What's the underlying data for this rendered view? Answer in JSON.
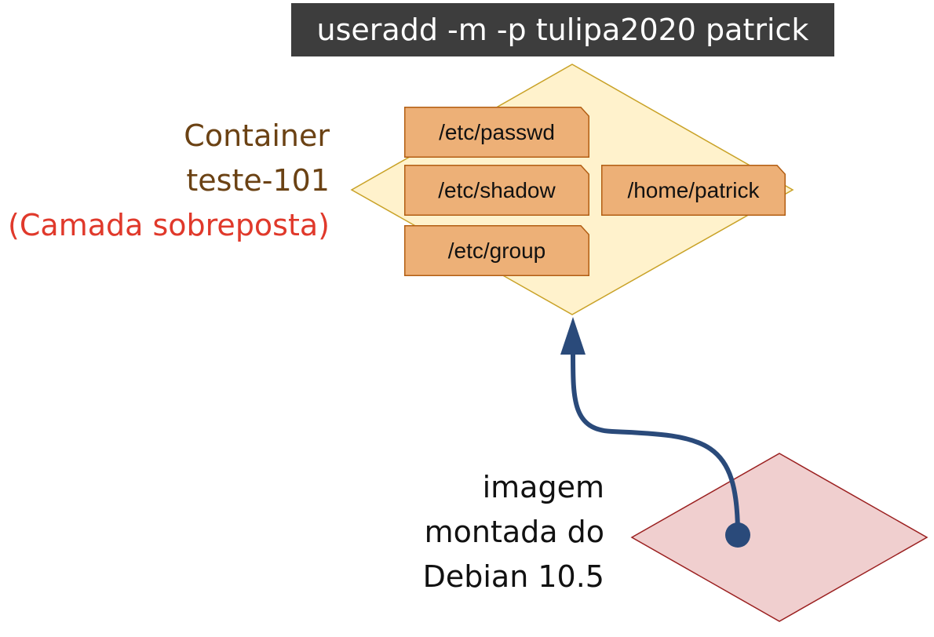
{
  "command": "useradd -m -p tulipa2020 patrick",
  "container_layer": {
    "label_lines": [
      "Container",
      "teste-101"
    ],
    "overlay_label": "(Camada sobreposta)",
    "files": [
      "/etc/passwd",
      "/etc/shadow",
      "/etc/group",
      "/home/patrick"
    ]
  },
  "image_layer": {
    "label_lines": [
      "imagem",
      "montada do",
      "Debian 10.5"
    ]
  },
  "colors": {
    "command_bg": "#3d3d3d",
    "container_fill": "#fff2cc",
    "container_stroke": "#c9a227",
    "file_fill": "#edb077",
    "file_stroke": "#b25e13",
    "image_fill": "#f0cfcf",
    "image_stroke": "#9b2020",
    "arrow": "#2a4a7a",
    "container_text": "#6b4214",
    "overlay_text": "#e0392b"
  }
}
